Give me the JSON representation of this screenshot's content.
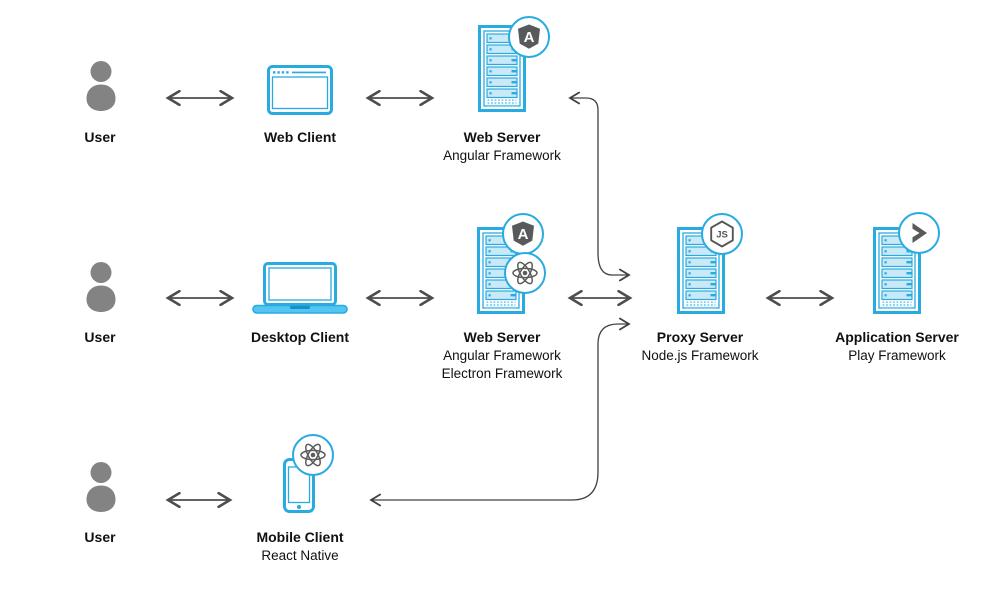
{
  "colors": {
    "accent_blue": "#29ABE2",
    "light_blue_fill": "#C9E9F7",
    "user_gray": "#838383",
    "badge_gray": "#58595B",
    "arrow_gray": "#4D4D4D",
    "elbow_dark": "#404040",
    "text": "#111111",
    "background": "#FFFFFF"
  },
  "icons": {
    "angular_letter": "A",
    "nodejs_text": "JS"
  },
  "nodes": {
    "user1": {
      "label": "User"
    },
    "web_client": {
      "label": "Web Client"
    },
    "web_server1": {
      "label": "Web Server",
      "sub1": "Angular Framework"
    },
    "user2": {
      "label": "User"
    },
    "desktop_client": {
      "label": "Desktop Client"
    },
    "web_server2": {
      "label": "Web Server",
      "sub1": "Angular Framework",
      "sub2": "Electron Framework"
    },
    "proxy_server": {
      "label": "Proxy Server",
      "sub1": "Node.js Framework"
    },
    "application_server": {
      "label": "Application Server",
      "sub1": "Play Framework"
    },
    "user3": {
      "label": "User"
    },
    "mobile_client": {
      "label": "Mobile Client",
      "sub1": "React Native"
    }
  },
  "edges": [
    {
      "from": "user1",
      "to": "web_client",
      "bidirectional": true,
      "style": "straight"
    },
    {
      "from": "web_client",
      "to": "web_server1",
      "bidirectional": true,
      "style": "straight"
    },
    {
      "from": "user2",
      "to": "desktop_client",
      "bidirectional": true,
      "style": "straight"
    },
    {
      "from": "desktop_client",
      "to": "web_server2",
      "bidirectional": true,
      "style": "straight"
    },
    {
      "from": "web_server2",
      "to": "proxy_server",
      "bidirectional": true,
      "style": "straight"
    },
    {
      "from": "proxy_server",
      "to": "application_server",
      "bidirectional": true,
      "style": "straight"
    },
    {
      "from": "user3",
      "to": "mobile_client",
      "bidirectional": true,
      "style": "straight"
    },
    {
      "from": "web_server1",
      "to": "proxy_server",
      "bidirectional": true,
      "style": "elbow"
    },
    {
      "from": "proxy_server",
      "to": "mobile_client",
      "bidirectional": true,
      "style": "elbow"
    }
  ]
}
